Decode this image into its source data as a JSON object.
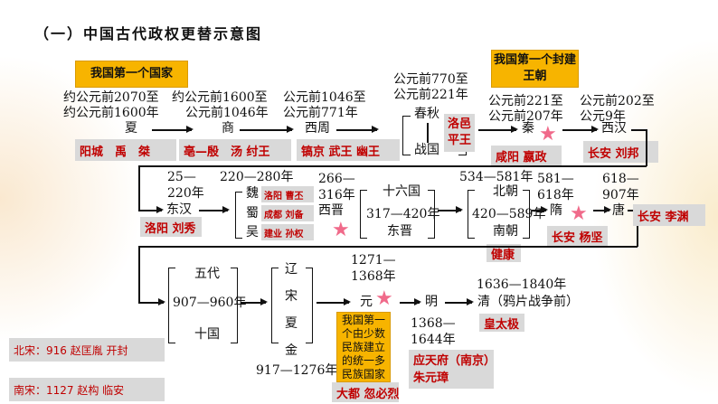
{
  "title": "（一）中国古代政权更替示意图",
  "notes": {
    "first_state": "我国第一个国家",
    "first_feudal": "我国第一个封建王朝",
    "first_minority": "我国第一个由少数民族建立的统一多民族国家"
  },
  "row1": {
    "xia": {
      "d1": "约公元前2070至",
      "d2": "约公元前1600年",
      "name": "夏",
      "label": "阳城　禹　桀"
    },
    "shang": {
      "d1": "约公元前1600至",
      "d2": "公元前1046年",
      "name": "商",
      "label": "亳—殷　汤 纣王"
    },
    "xizhou": {
      "d1": "公元前1046至",
      "d2": "公元前771年",
      "name": "西周",
      "label": "镐京 武王 幽王"
    },
    "chunqiu": {
      "d1": "公元前770至",
      "d2": "公元前221年",
      "name1": "春秋",
      "name2": "战国",
      "label1": "洛邑",
      "label2": "平王"
    },
    "qin": {
      "d1": "公元前221至",
      "d2": "公元前207年",
      "name": "秦",
      "label": "咸阳 嬴政"
    },
    "xihan": {
      "d1": "公元前202至",
      "d2": "公元9年",
      "name": "西汉",
      "label": "长安 刘邦"
    }
  },
  "row2": {
    "donghan": {
      "d1": "25—",
      "d2": "220年",
      "name": "东汉",
      "label": "洛阳 刘秀"
    },
    "sanguo": {
      "d": "220—280年",
      "wei": "魏",
      "shu": "蜀",
      "wu": "吴",
      "wei_label": "洛阳 曹丕",
      "shu_label": "成都 刘备",
      "wu_label": "建业 孙权"
    },
    "xijin": {
      "d1": "266—",
      "d2": "316年",
      "name": "西晋"
    },
    "dongjin": {
      "top": "十六国",
      "d": "317—420年",
      "name": "东晋"
    },
    "nanbei": {
      "d": "534—581年",
      "north": "北朝",
      "d2": "420—589年",
      "south": "南朝",
      "label": "健康"
    },
    "sui": {
      "d1": "581—",
      "d2": "618年",
      "name": "隋",
      "label": "长安 杨坚"
    },
    "tang": {
      "d1": "618—",
      "d2": "907年",
      "name": "唐",
      "label": "长安 李渊"
    }
  },
  "row3": {
    "wudai": {
      "top": "五代",
      "d": "907—960年",
      "bottom": "十国"
    },
    "liaosong": {
      "items": [
        "辽",
        "宋",
        "夏",
        "金"
      ],
      "d": "917—1276年"
    },
    "yuan": {
      "d1": "1271—",
      "d2": "1368年",
      "name": "元",
      "note_lines": [
        "我国第一",
        "个由少数",
        "民族建立",
        "的统一多",
        "民族国家"
      ],
      "label": "大都 忽必烈"
    },
    "ming": {
      "name": "明",
      "d1": "1368—",
      "d2": "1644年",
      "label1": "应天府（南京）",
      "label2": "朱元璋"
    },
    "qing": {
      "d": "1636—1840年",
      "name": "清（鸦片战争前）",
      "label": "皇太极"
    }
  },
  "side": {
    "beisong": "北宋：916 赵匡胤 开封",
    "nansong": "南宋：1127 赵构 临安"
  }
}
